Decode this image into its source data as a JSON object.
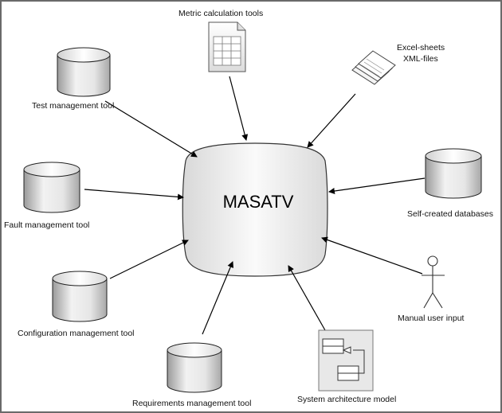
{
  "center": {
    "label": "MASATV"
  },
  "sources": {
    "metric_tools": "Metric calculation tools",
    "excel_xml_line1": "Excel-sheets",
    "excel_xml_line2": "XML-files",
    "test_mgmt": "Test management tool",
    "fault_mgmt": "Fault management tool",
    "config_mgmt": "Configuration management tool",
    "requirements_mgmt": "Requirements management tool",
    "system_arch": "System architecture model",
    "manual_input": "Manual user input",
    "self_created_db": "Self-created databases"
  },
  "icons": {
    "database": "database-cylinder-icon",
    "spreadsheet": "spreadsheet-document-icon",
    "documents": "stacked-documents-icon",
    "actor": "stick-figure-user-icon",
    "uml": "uml-class-diagram-icon"
  }
}
